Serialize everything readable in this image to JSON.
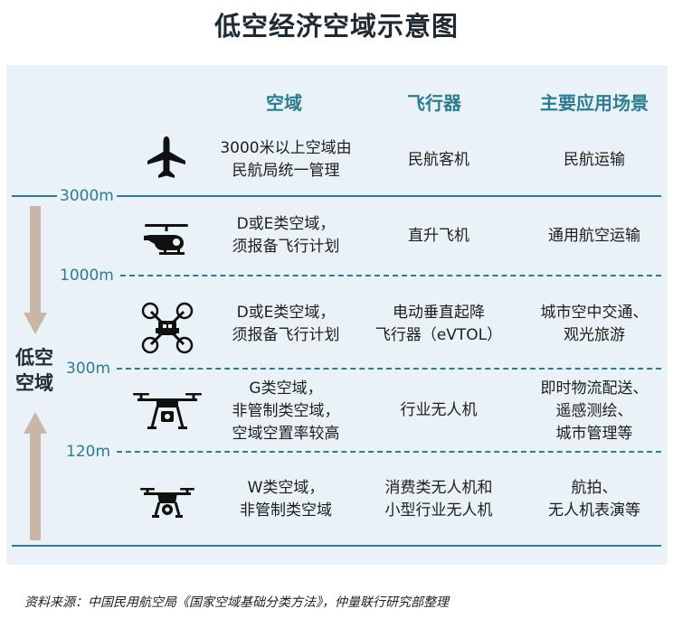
{
  "title": "低空经济空域示意图",
  "headers": {
    "airspace": "空域",
    "aircraft": "飞行器",
    "scenarios": "主要应用场景"
  },
  "altitudes": {
    "a3000": "3000m",
    "a1000": "1000m",
    "a300": "300m",
    "a120": "120m"
  },
  "side_label": {
    "line1": "低空",
    "line2": "空域"
  },
  "rows": [
    {
      "icon": "airplane-icon",
      "airspace": [
        "3000米以上空域由",
        "民航局统一管理"
      ],
      "aircraft": [
        "民航客机"
      ],
      "scenarios": [
        "民航运输"
      ]
    },
    {
      "icon": "helicopter-icon",
      "airspace": [
        "D或E类空域，",
        "须报备飞行计划"
      ],
      "aircraft": [
        "直升飞机"
      ],
      "scenarios": [
        "通用航空运输"
      ]
    },
    {
      "icon": "evtol-icon",
      "airspace": [
        "D或E类空域，",
        "须报备飞行计划"
      ],
      "aircraft": [
        "电动垂直起降",
        "飞行器（eVTOL）"
      ],
      "scenarios": [
        "城市空中交通、",
        "观光旅游"
      ]
    },
    {
      "icon": "industrial-drone-icon",
      "airspace": [
        "G类空域，",
        "非管制类空域，",
        "空域空置率较高"
      ],
      "aircraft": [
        "行业无人机"
      ],
      "scenarios": [
        "即时物流配送、",
        "遥感测绘、",
        "城市管理等"
      ]
    },
    {
      "icon": "consumer-drone-icon",
      "airspace": [
        "W类空域，",
        "非管制类空域"
      ],
      "aircraft": [
        "消费类无人机和",
        "小型行业无人机"
      ],
      "scenarios": [
        "航拍、",
        "无人机表演等"
      ]
    }
  ],
  "source": "资料来源：中国民用航空局《国家空域基础分类方法》，仲量联行研究部整理",
  "colors": {
    "accent": "#2e7c90",
    "panel": "#e9f2f6",
    "arrow": "#c9b6a8",
    "text": "#1e1e1e"
  }
}
